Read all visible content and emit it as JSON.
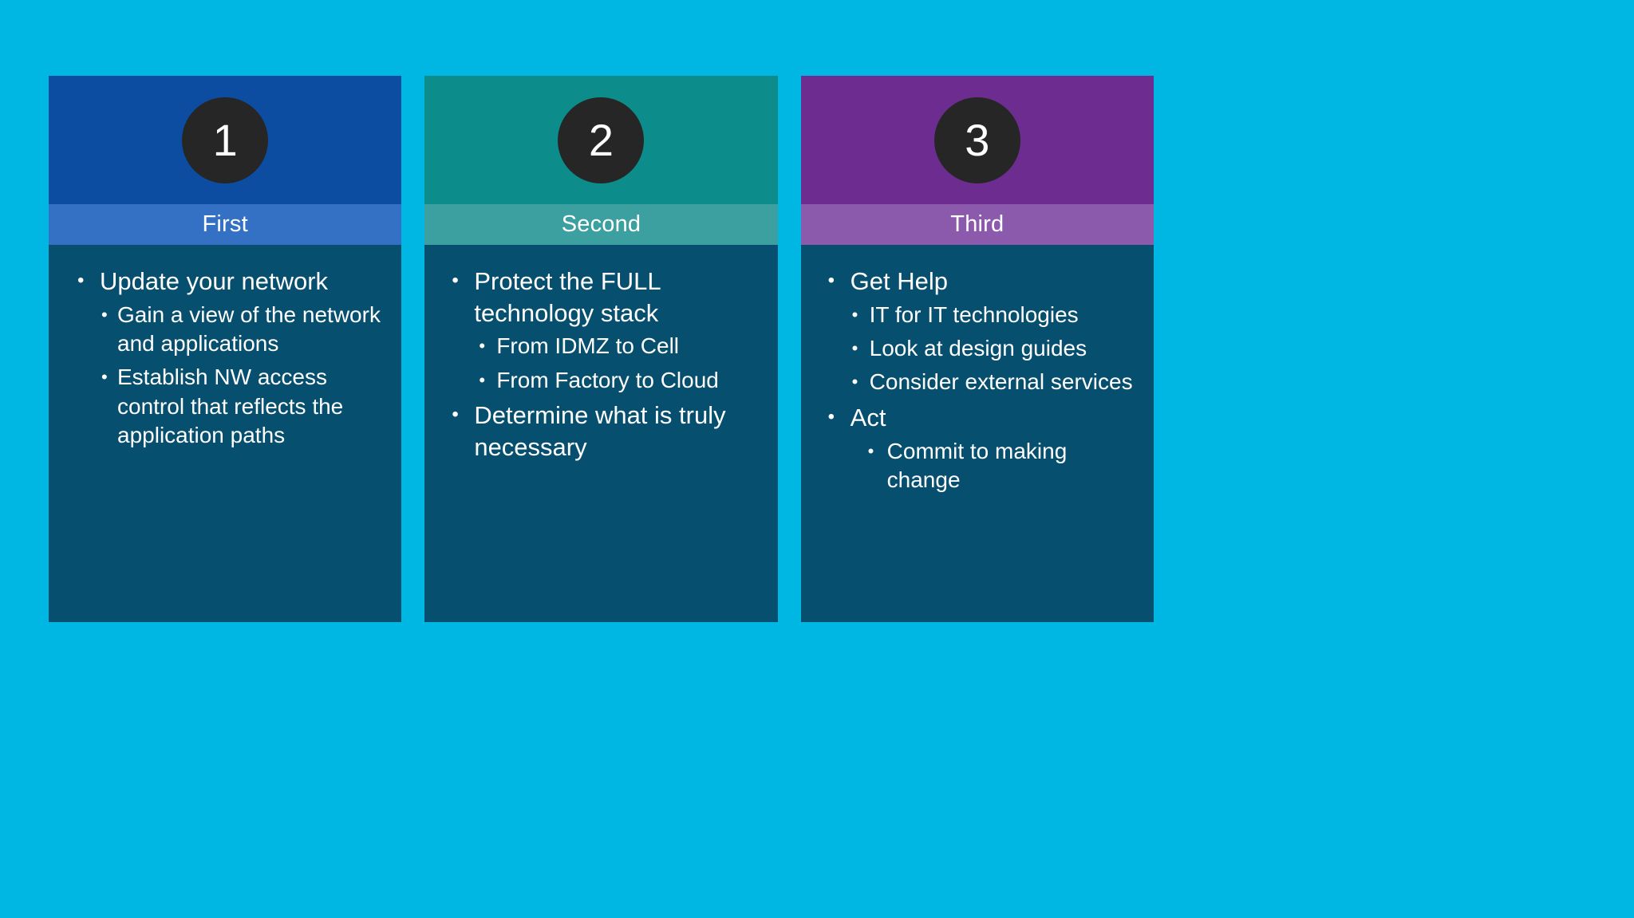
{
  "slide": {
    "background_color": "#00b7e4",
    "body_color": "#064f6e",
    "badge_color": "#262626",
    "text_color": "#ffffff"
  },
  "cards": [
    {
      "number": "1",
      "label": "First",
      "header_color": "#0c4da2",
      "label_band_color": "#3470c4",
      "bullets": [
        {
          "text": "Update your network",
          "children": [
            {
              "text": "Gain a view of the network and applications"
            },
            {
              "text": "Establish NW access control that reflects the application paths"
            }
          ]
        }
      ]
    },
    {
      "number": "2",
      "label": "Second",
      "header_color": "#0d8c8c",
      "label_band_color": "#3da0a0",
      "bullets": [
        {
          "text": "Protect the FULL technology stack",
          "children": [
            {
              "text": "From IDMZ to Cell"
            },
            {
              "text": "From Factory to Cloud"
            }
          ]
        },
        {
          "text": "Determine what is truly necessary",
          "children": []
        }
      ]
    },
    {
      "number": "3",
      "label": "Third",
      "header_color": "#6d2c8f",
      "label_band_color": "#8c5aad",
      "bullets": [
        {
          "text": "Get Help",
          "children": [
            {
              "text": "IT for IT technologies"
            },
            {
              "text": "Look at design guides"
            },
            {
              "text": "Consider external services"
            }
          ]
        },
        {
          "text": "Act",
          "children": [],
          "grandchildren": [
            {
              "text": "Commit to making change"
            }
          ]
        }
      ]
    }
  ]
}
